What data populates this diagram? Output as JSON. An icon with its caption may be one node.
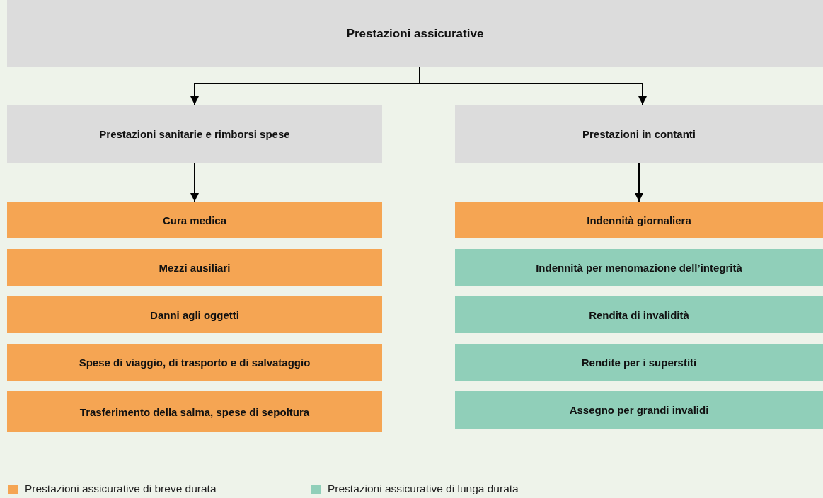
{
  "diagram": {
    "nodes": [
      {
        "text": [
          "Prestazioni assicurative"
        ]
      },
      {
        "text": [
          "Prestazioni sanitarie e rimborsi spese"
        ]
      },
      {
        "text": [
          "Prestazioni in contanti"
        ]
      },
      {
        "text": [
          "Cura medica"
        ]
      },
      {
        "text": [
          "Mezzi ausiliari"
        ]
      },
      {
        "text": [
          "Danni agli oggetti"
        ]
      },
      {
        "text": [
          "Spese di viaggio, di trasporto e di salvataggio"
        ]
      },
      {
        "text": [
          "Trasferimento della salma, spese di sepoltura"
        ]
      },
      {
        "text": [
          "Indennità giornaliera"
        ]
      },
      {
        "text": [
          "Indennità per menomazione dell’integrità"
        ]
      },
      {
        "text": [
          "Rendita di invalidità"
        ]
      },
      {
        "text": [
          "Rendite per i superstiti"
        ]
      },
      {
        "text": [
          "Assegno per grandi invalidi"
        ]
      }
    ],
    "edges": [
      {
        "from": 0,
        "to": 1,
        "arrow": "to"
      },
      {
        "from": 0,
        "to": 2,
        "arrow": "to"
      },
      {
        "from": 1,
        "to": 3,
        "arrow": "to"
      },
      {
        "from": 2,
        "to": 8,
        "arrow": "to"
      }
    ],
    "legend": [
      {
        "text": "Prestazioni assicurative di breve durata",
        "color": "#f5a553"
      },
      {
        "text": "Prestazioni assicurative di lunga durata",
        "color": "#90cfb9"
      }
    ]
  }
}
